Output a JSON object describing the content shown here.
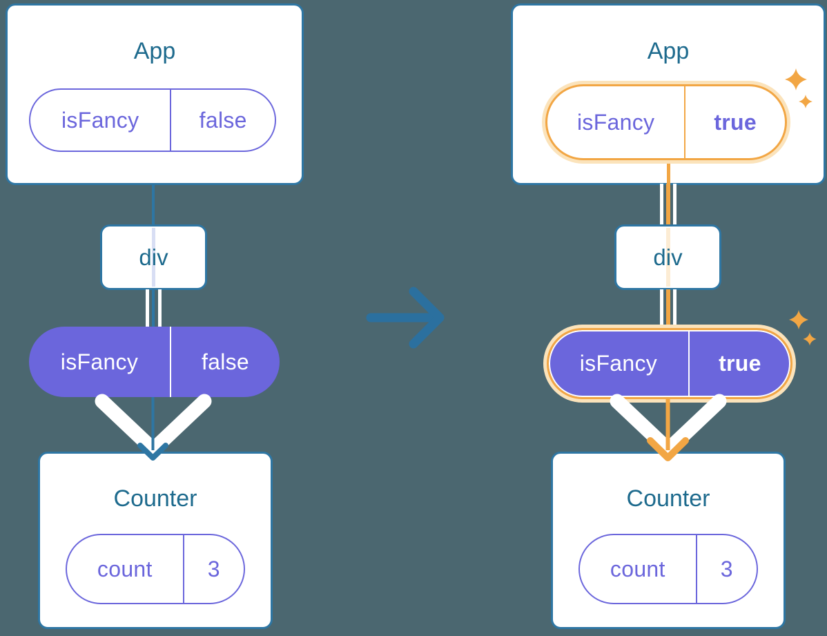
{
  "colors": {
    "background": "#4b6770",
    "box_border_teal": "#2e76a3",
    "title_teal": "#1d6a8d",
    "purple": "#6b66dc",
    "lavender_flow_line": "#d8def4",
    "orange_highlight": "#f2a644",
    "orange_glow": "#fbe3bb",
    "orange_pale_flow_line": "#fcecd4",
    "white": "#ffffff"
  },
  "before": {
    "app": {
      "title": "App",
      "prop": {
        "name": "isFancy",
        "value": "false"
      }
    },
    "container": {
      "title": "div"
    },
    "passed_prop": {
      "name": "isFancy",
      "value": "false"
    },
    "counter": {
      "title": "Counter",
      "state": {
        "name": "count",
        "value": "3"
      }
    }
  },
  "after": {
    "app": {
      "title": "App",
      "prop": {
        "name": "isFancy",
        "value": "true"
      }
    },
    "container": {
      "title": "div"
    },
    "passed_prop": {
      "name": "isFancy",
      "value": "true"
    },
    "counter": {
      "title": "Counter",
      "state": {
        "name": "count",
        "value": "3"
      }
    }
  }
}
